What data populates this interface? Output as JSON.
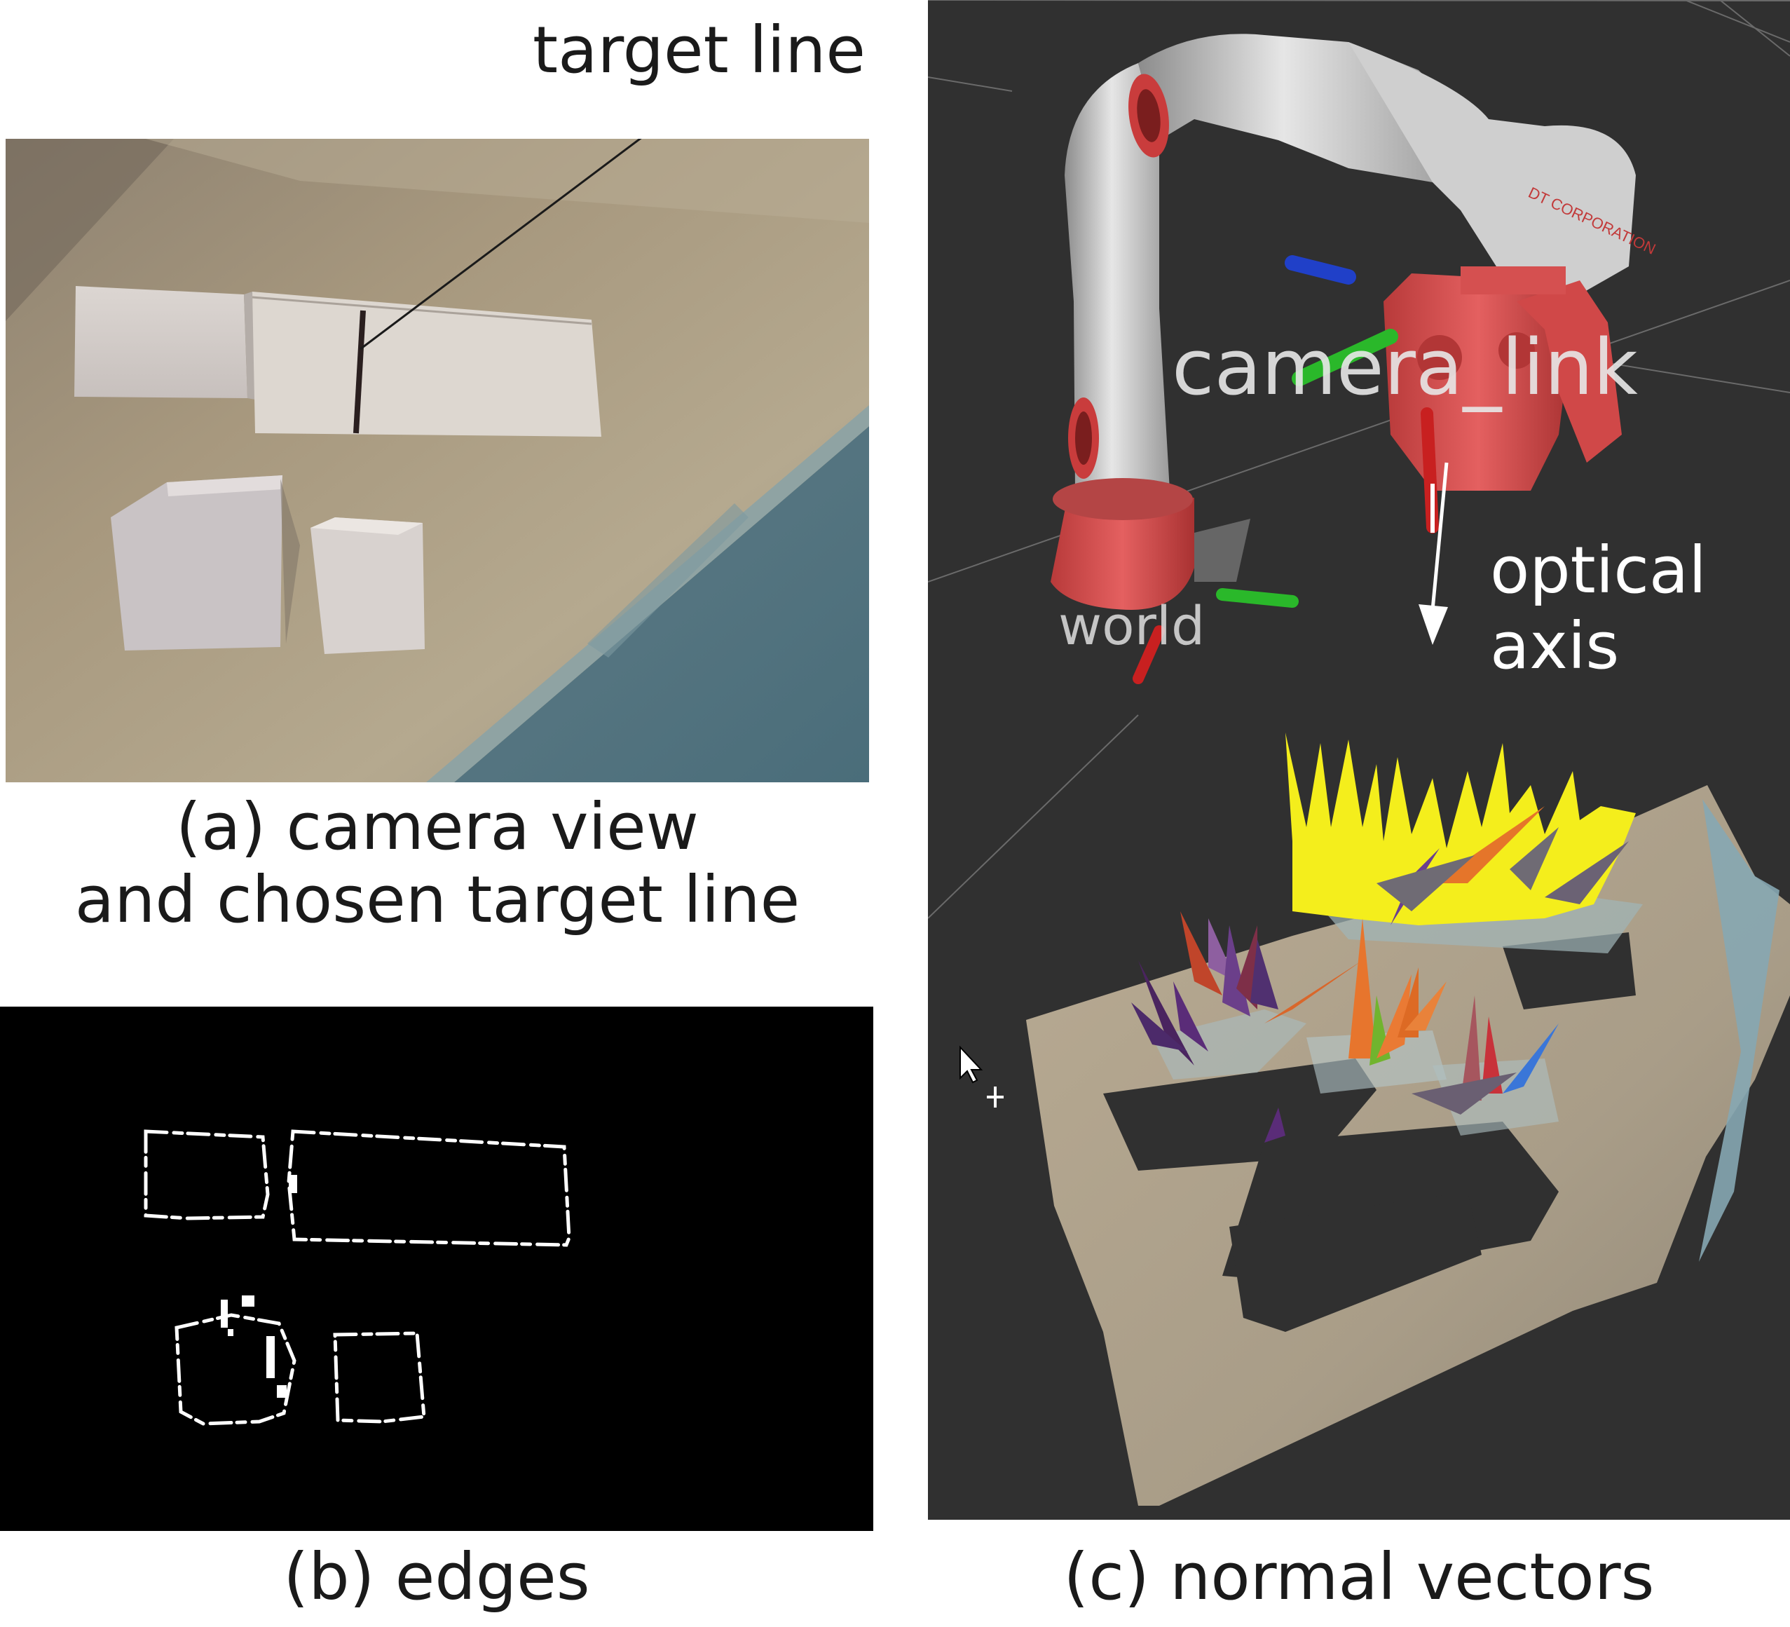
{
  "figure": {
    "panel_a": {
      "annotation": "target line",
      "caption_line1": "(a) camera view",
      "caption_line2": "and chosen target line"
    },
    "panel_b": {
      "caption": "(b) edges"
    },
    "panel_c": {
      "camera_link_label": "camera_link",
      "world_label": "world",
      "optical_axis_line1": "optical",
      "optical_axis_line2": "axis",
      "robot_brand": "DT CORPORATION",
      "caption": "(c) normal vectors"
    }
  }
}
